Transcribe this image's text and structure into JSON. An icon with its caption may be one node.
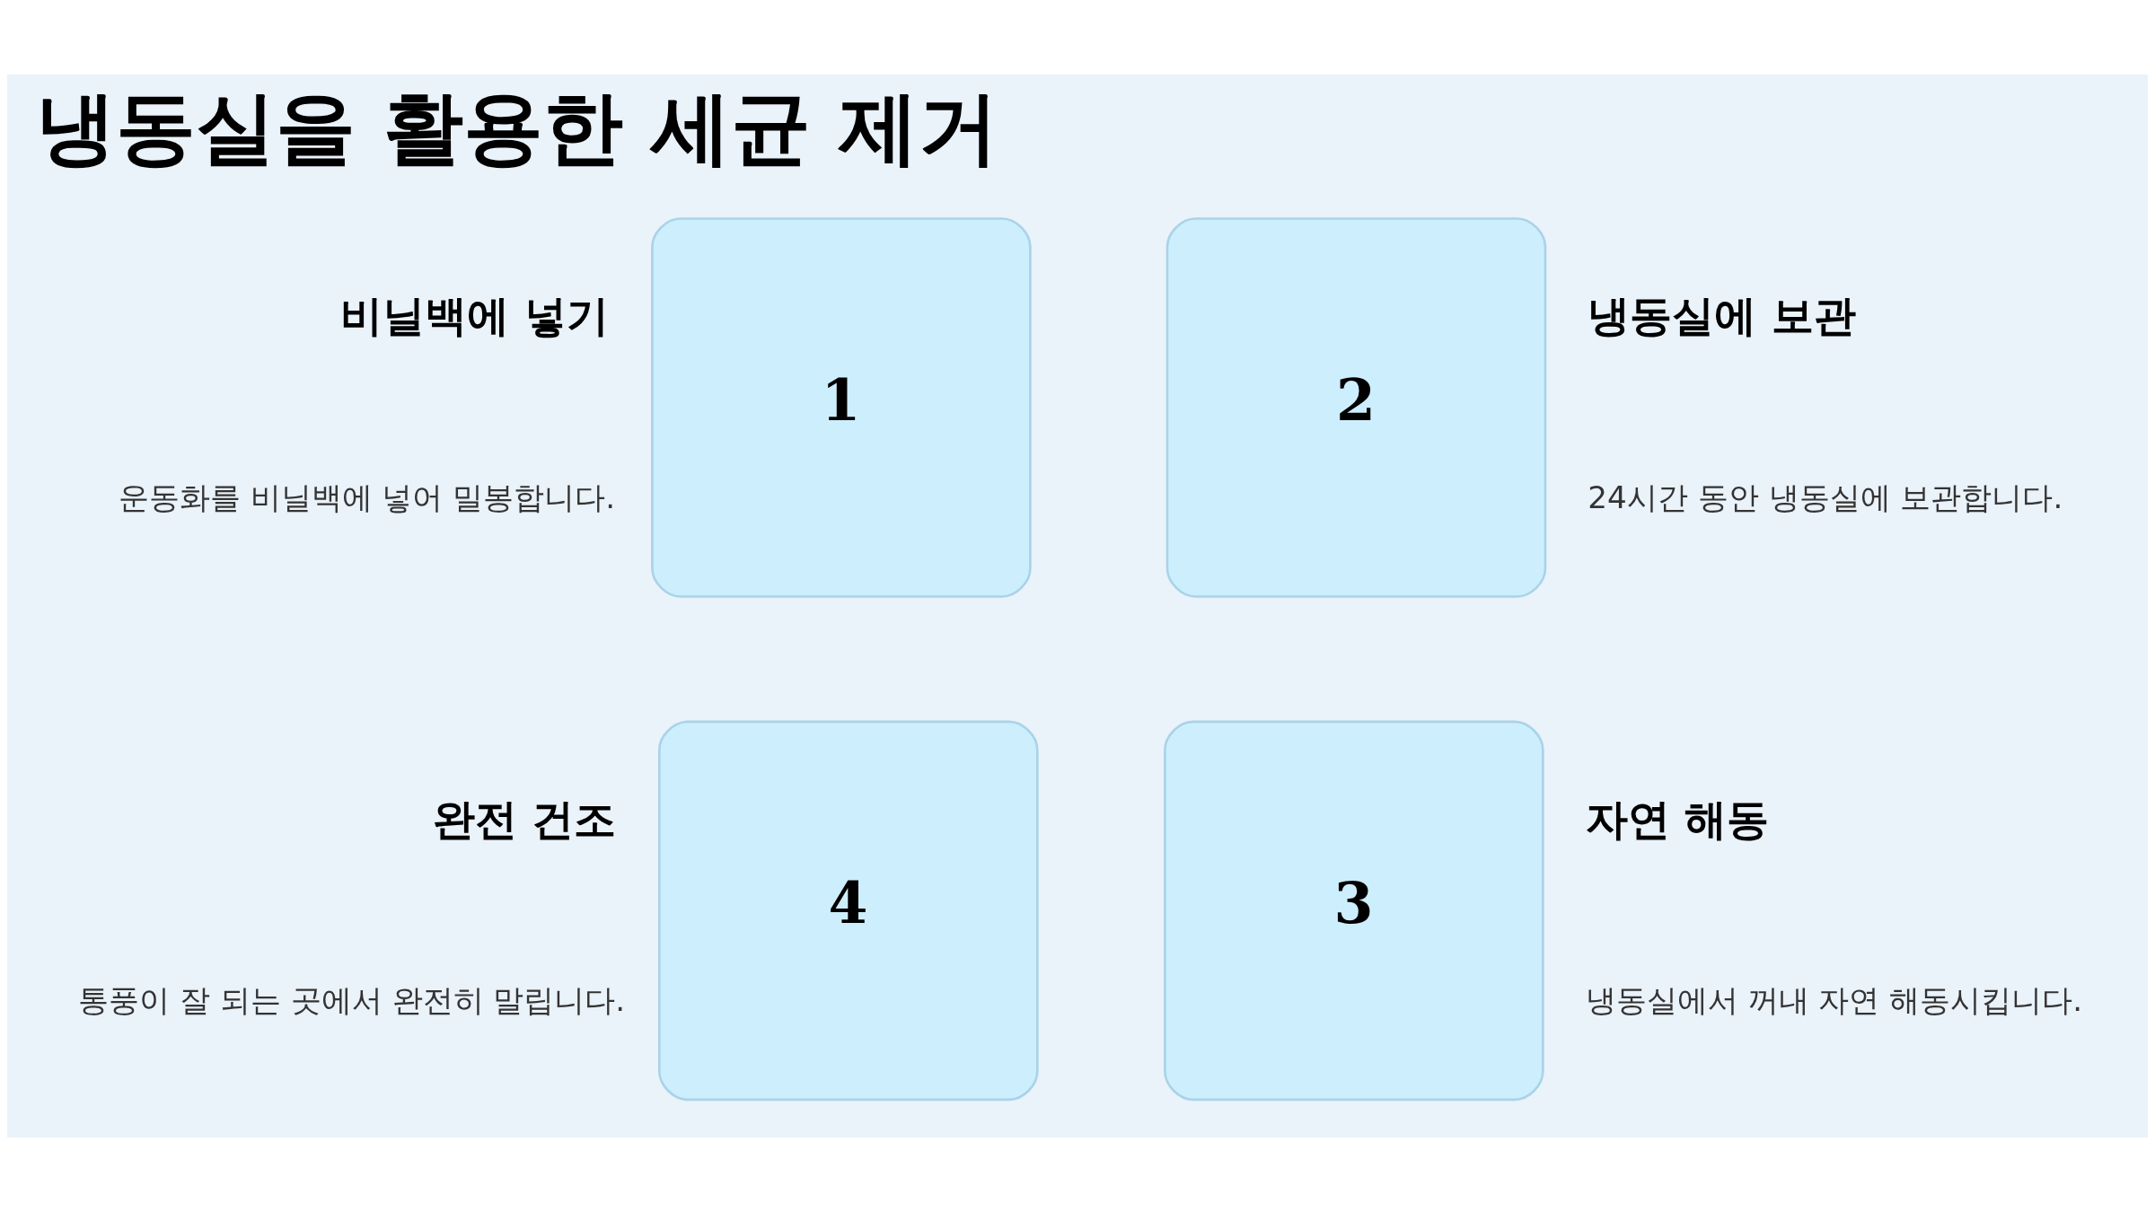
{
  "diagram": {
    "title": "냉동실을 활용한 세균 제거",
    "nodes": [
      {
        "text": [
          "1"
        ],
        "beside": [
          "비닐백에 넣기",
          "운동화를 비닐백에 넣어 밀봉합니다."
        ]
      },
      {
        "text": [
          "2"
        ],
        "beside": [
          "냉동실에 보관",
          "24시간 동안 냉동실에 보관합니다."
        ]
      },
      {
        "text": [
          "3"
        ],
        "beside": [
          "자연 해동",
          "냉동실에서 꺼내 자연 해동시킵니다."
        ]
      },
      {
        "text": [
          "4"
        ],
        "beside": [
          "완전 건조",
          "통풍이 잘 되는 곳에서 완전히 말립니다."
        ]
      }
    ]
  }
}
